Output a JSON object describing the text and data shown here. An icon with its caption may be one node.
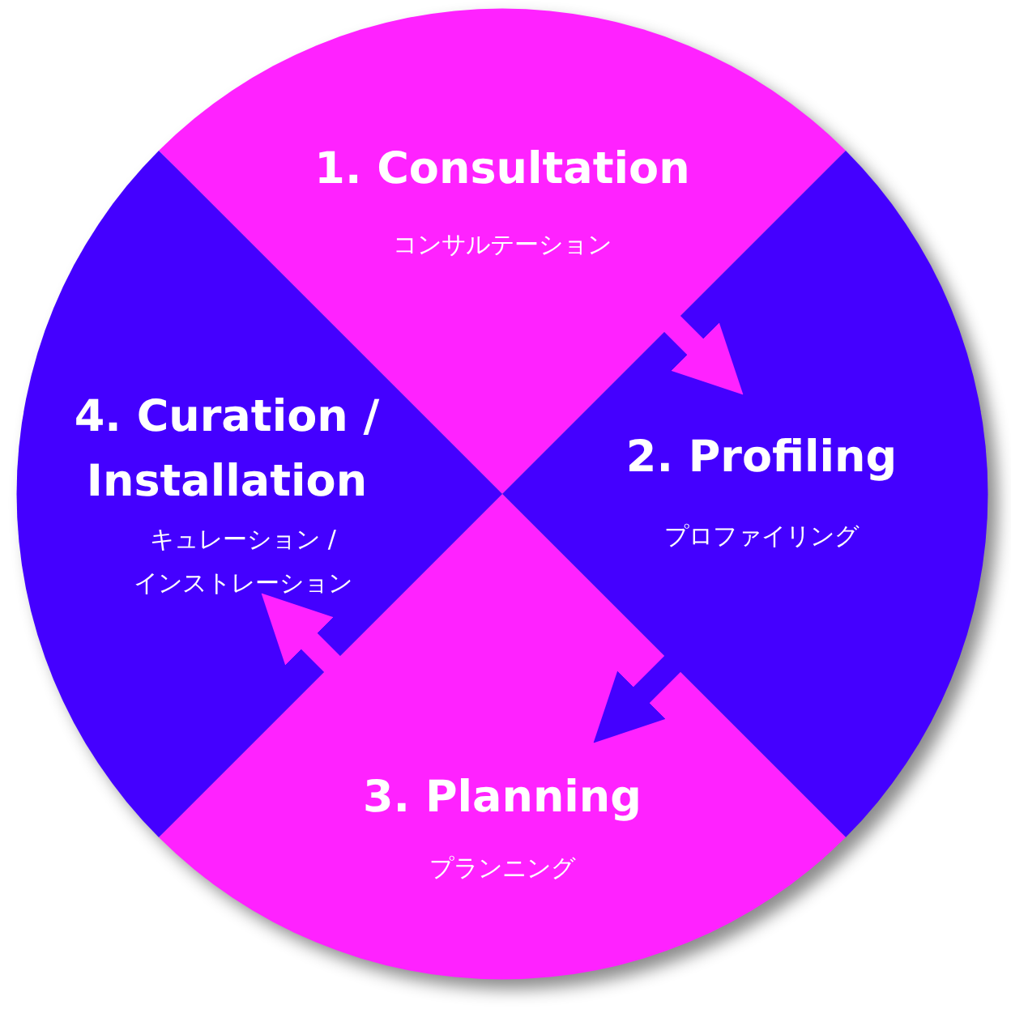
{
  "diagram": {
    "nodes": [
      {
        "text": [
          "1. Consultation",
          "コンサルテーション"
        ]
      },
      {
        "text": [
          "2. Profiling",
          "プロファイリング"
        ]
      },
      {
        "text": [
          "3. Planning",
          "プランニング"
        ]
      },
      {
        "text": [
          "4. Curation / Installation",
          "キュレーション / インストレーション"
        ]
      }
    ],
    "edges": [
      {
        "from": 0,
        "to": 1,
        "arrow": "to"
      },
      {
        "from": 1,
        "to": 2,
        "arrow": "to",
        "color": "#4400ff"
      },
      {
        "from": 2,
        "to": 3,
        "arrow": "to"
      }
    ]
  }
}
